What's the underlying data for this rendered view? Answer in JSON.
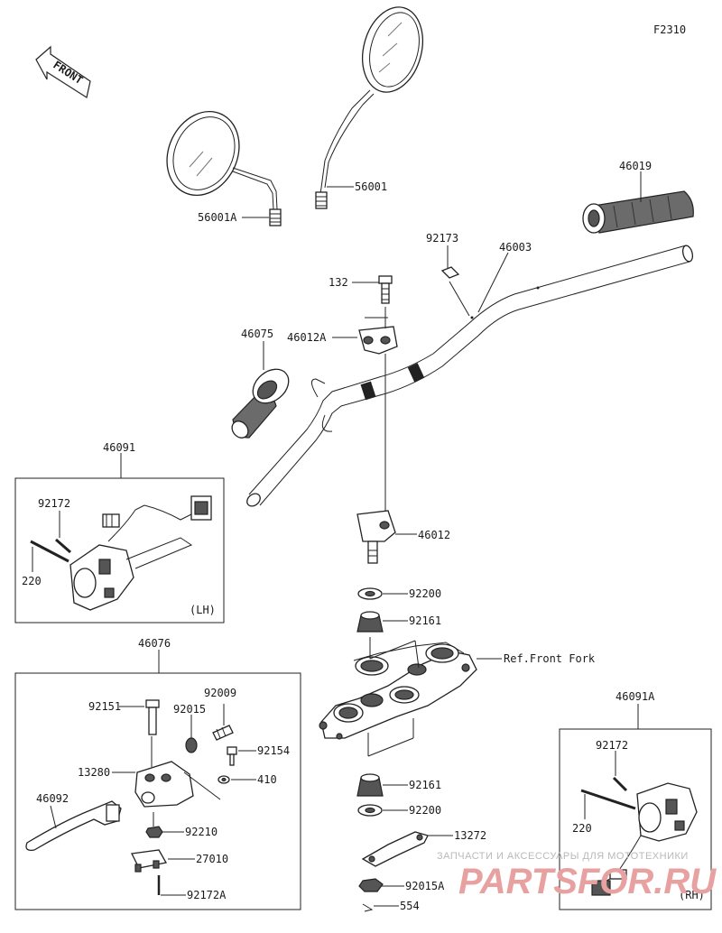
{
  "diagram_code": "F2310",
  "front_label": "FRONT",
  "labels": {
    "p56001": "56001",
    "p56001a": "56001A",
    "p46019": "46019",
    "p92173": "92173",
    "p46003": "46003",
    "p132": "132",
    "p46012a": "46012A",
    "p46075": "46075",
    "p46091": "46091",
    "p92172_lh": "92172",
    "p220_lh": "220",
    "lh": "(LH)",
    "p46012": "46012",
    "p92200_top": "92200",
    "p92161_top": "92161",
    "ref_front_fork": "Ref.Front Fork",
    "p46076": "46076",
    "p92151": "92151",
    "p92015": "92015",
    "p92009": "92009",
    "p92154": "92154",
    "p13280": "13280",
    "p410": "410",
    "p46092": "46092",
    "p92210": "92210",
    "p27010": "27010",
    "p92172a": "92172A",
    "p92161_bot": "92161",
    "p92200_bot": "92200",
    "p13272": "13272",
    "p92015a": "92015A",
    "p554": "554",
    "p46091a": "46091A",
    "p92172_rh": "92172",
    "p220_rh": "220",
    "rh": "(RH)"
  },
  "watermark": {
    "line1": "ЗАПЧАСТИ И АКСЕССУАРЫ ДЛЯ МОТОТЕХНИКИ",
    "line2": "PARTSFOR.RU"
  }
}
